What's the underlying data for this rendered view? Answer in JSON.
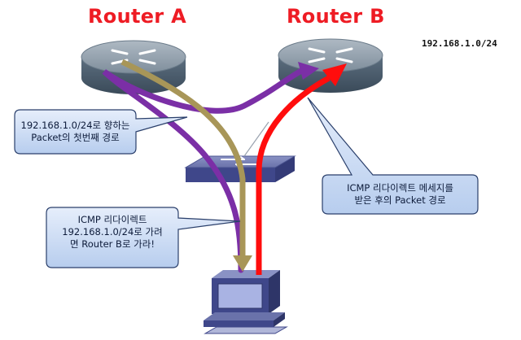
{
  "routers": {
    "a": {
      "label": "Router A"
    },
    "b": {
      "label": "Router B"
    }
  },
  "network": {
    "label": "192.168.1.0/24"
  },
  "callouts": {
    "first_path": {
      "lines": [
        "192.168.1.0/24로 향하는",
        "Packet의 첫번째 경로"
      ]
    },
    "redirect_msg": {
      "lines": [
        "ICMP 리다이렉트",
        "192.168.1.0/24로 가려",
        "면 Router B로 가라!"
      ]
    },
    "after_redirect": {
      "lines": [
        "ICMP 리다이렉트 메세지를",
        "받은 후의 Packet 경로"
      ]
    }
  },
  "colors": {
    "first_path": "#7b2fa6",
    "redirect_msg": "#a89658",
    "after_redirect": "#ff0d0d",
    "title": "#ee1c24",
    "callout_fill": "#c9dcf5",
    "callout_stroke": "#2a3f6b"
  }
}
